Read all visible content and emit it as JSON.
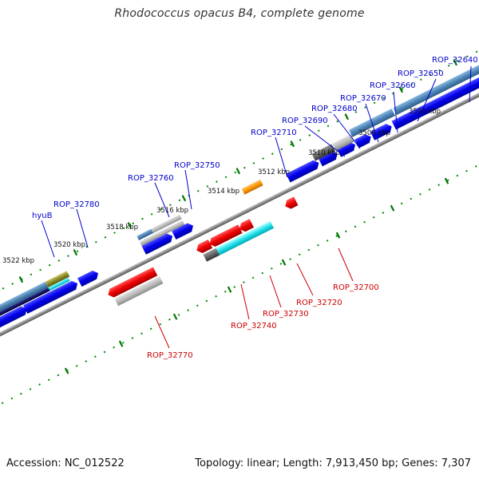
{
  "title": "Rhodococcus opacus B4, complete genome",
  "footer": {
    "accession": "Accession: NC_012522",
    "summary": "Topology: linear; Length: 7,913,450 bp; Genes: 7,307"
  },
  "colors": {
    "forward_label": "#0000cc",
    "reverse_label": "#cc0000",
    "backbone": "#888888",
    "dots": "#008800"
  },
  "ticks": [
    "3506 kbp",
    "3508 kbp",
    "3510 kbp",
    "3512 kbp",
    "3514 kbp",
    "3516 kbp",
    "3518 kbp",
    "3520 kbp",
    "3522 kbp"
  ],
  "genes_forward": [
    "ROP_32640",
    "ROP_32650",
    "ROP_32660",
    "ROP_32670",
    "ROP_32680",
    "ROP_32690",
    "ROP_32710",
    "ROP_32750",
    "ROP_32760",
    "ROP_32780",
    "hyuB"
  ],
  "genes_reverse": [
    "ROP_32700",
    "ROP_32720",
    "ROP_32730",
    "ROP_32740",
    "ROP_32770"
  ]
}
